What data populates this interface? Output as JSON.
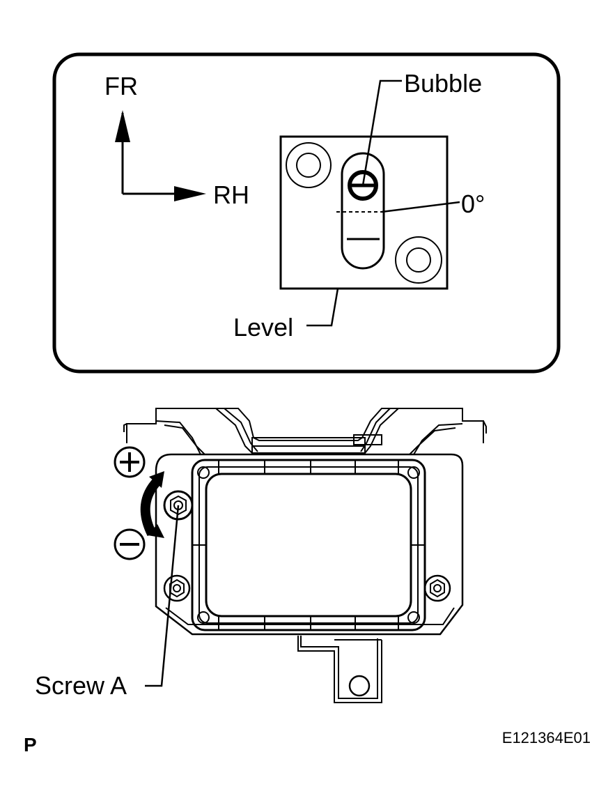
{
  "labels": {
    "fr": "FR",
    "rh": "RH",
    "bubble": "Bubble",
    "zero_degree": "0°",
    "level": "Level",
    "screw_a": "Screw A",
    "page_letter": "P",
    "figure_code": "E121364E01"
  },
  "symbols": {
    "plus": "plus-icon",
    "minus": "minus-icon",
    "rotation": "curved-double-arrow-icon"
  },
  "colors": {
    "line": "#000000",
    "background": "#ffffff"
  }
}
